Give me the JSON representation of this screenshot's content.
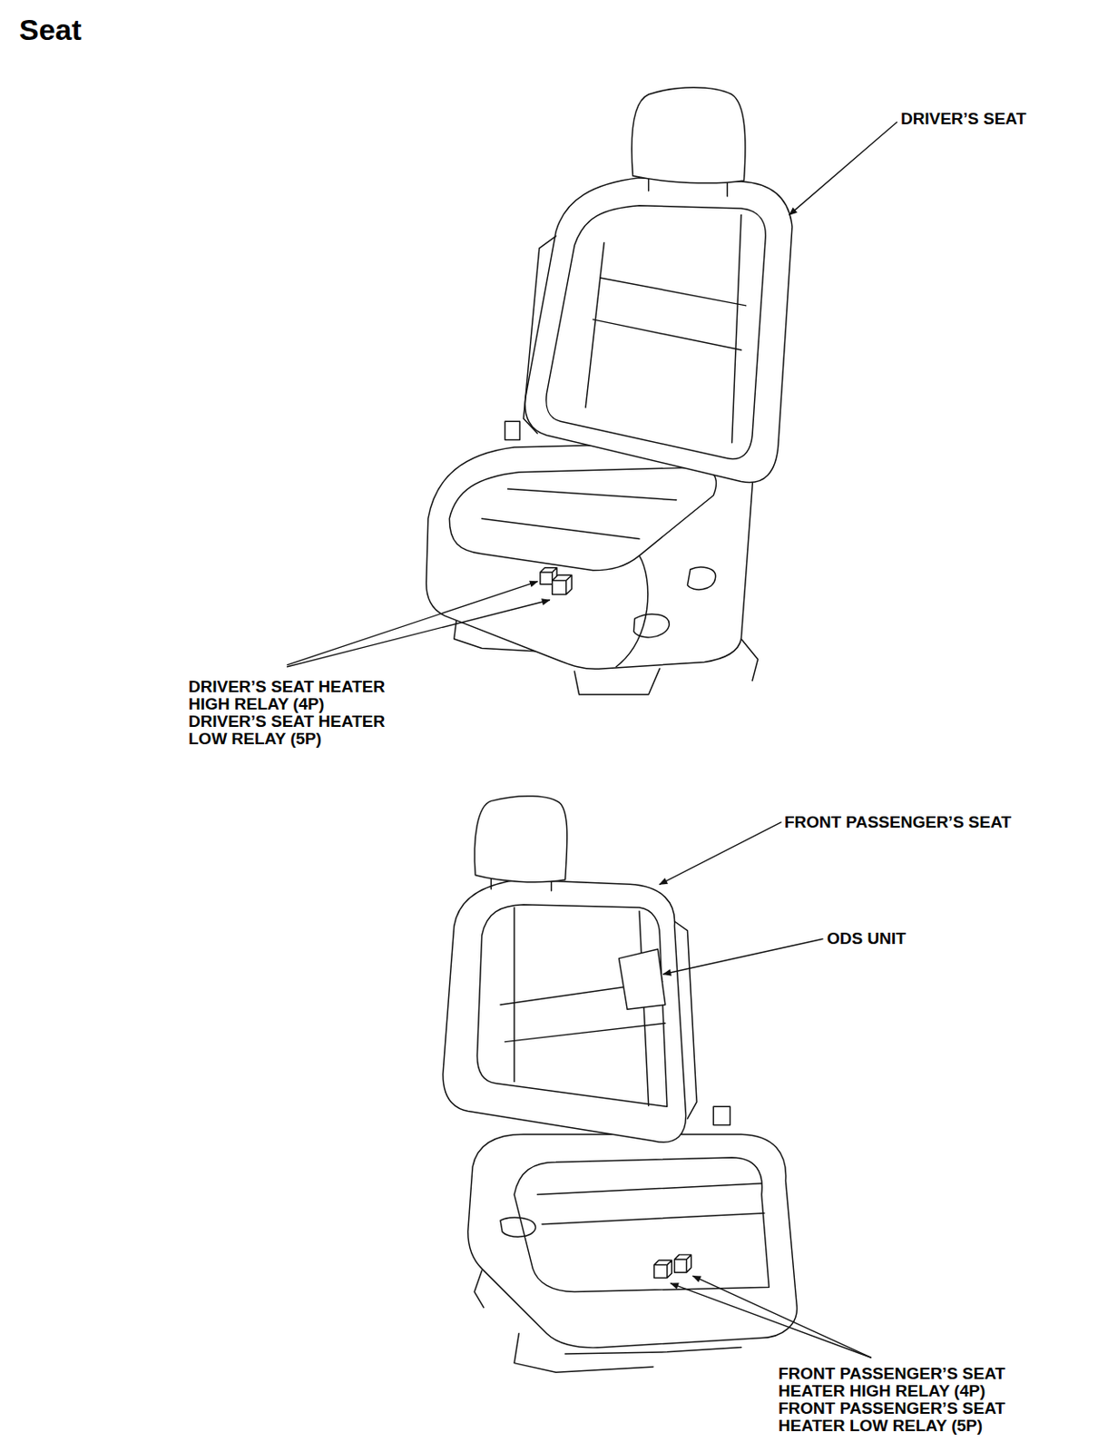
{
  "diagram": {
    "title": "Seat",
    "labels": [
      "DRIVER’S SEAT",
      "DRIVER’S SEAT HEATER HIGH RELAY (4P)",
      "DRIVER’S SEAT HEATER LOW RELAY (5P)",
      "FRONT PASSENGER’S SEAT",
      "ODS UNIT",
      "FRONT PASSENGER’S SEAT HEATER HIGH RELAY (4P)",
      "FRONT PASSENGER’S SEAT HEATER LOW RELAY (5P)"
    ]
  }
}
